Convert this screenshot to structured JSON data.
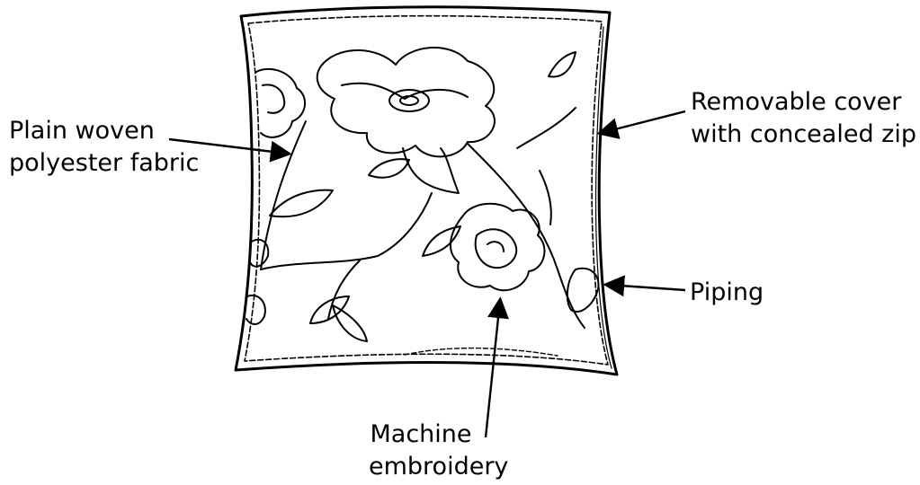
{
  "callouts": {
    "fabric": [
      "Plain woven",
      "polyester fabric"
    ],
    "cover": [
      "Removable cover",
      "with concealed zip"
    ],
    "piping": [
      "Piping"
    ],
    "embroidery": [
      "Machine",
      "embroidery"
    ]
  }
}
